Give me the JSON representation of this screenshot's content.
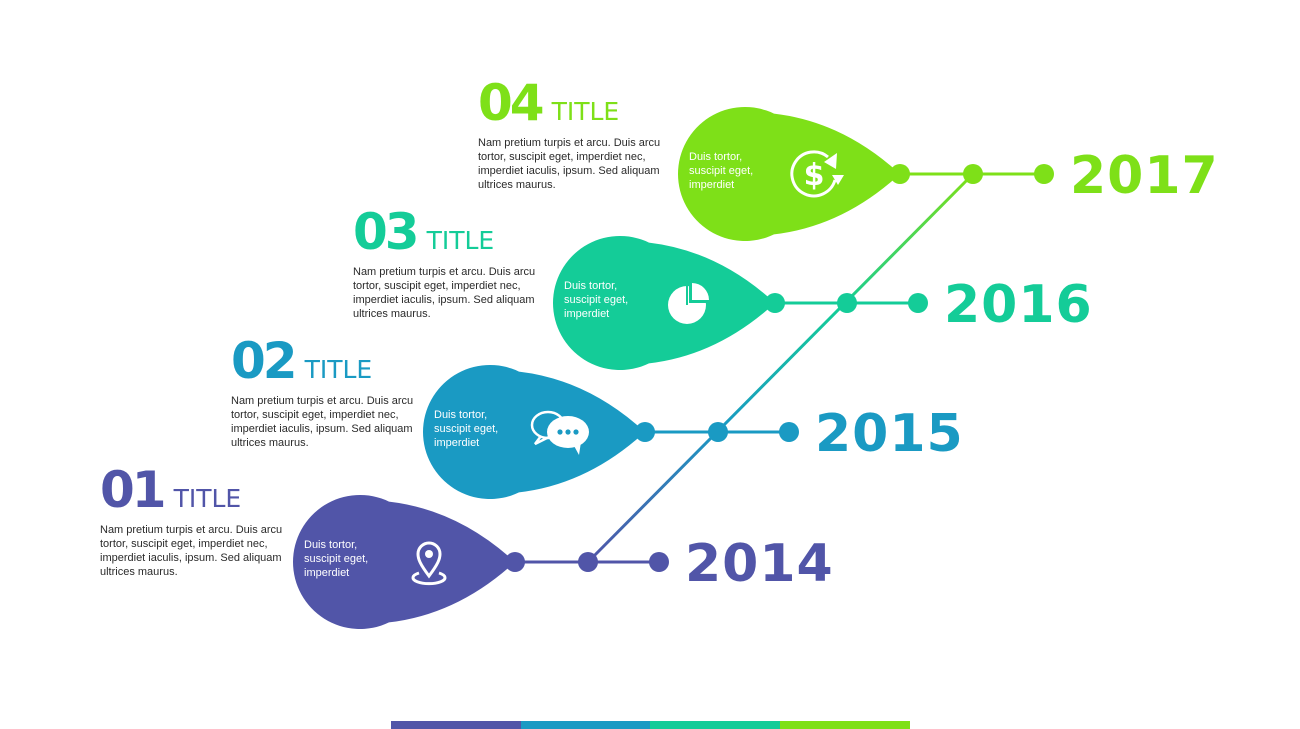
{
  "steps": [
    {
      "number": "01",
      "title": "TITLE",
      "year": "2014",
      "description": "Nam pretium turpis et arcu. Duis arcu tortor, suscipit eget, imperdiet nec, imperdiet iaculis, ipsum. Sed aliquam ultrices maurus.",
      "drop_text": "Duis tortor, suscipit eget, imperdiet",
      "icon": "map-pin-icon",
      "color": "#5155a8"
    },
    {
      "number": "02",
      "title": "TITLE",
      "year": "2015",
      "description": "Nam pretium turpis et arcu. Duis arcu tortor, suscipit eget, imperdiet nec, imperdiet iaculis, ipsum. Sed aliquam ultrices maurus.",
      "drop_text": "Duis tortor, suscipit eget, imperdiet",
      "icon": "chat-bubbles-icon",
      "color": "#1a9ac3"
    },
    {
      "number": "03",
      "title": "TITLE",
      "year": "2016",
      "description": "Nam pretium turpis et arcu. Duis arcu tortor, suscipit eget, imperdiet nec, imperdiet iaculis, ipsum. Sed aliquam ultrices maurus.",
      "drop_text": "Duis tortor, suscipit eget, imperdiet",
      "icon": "pie-chart-icon",
      "color": "#14cc98"
    },
    {
      "number": "04",
      "title": "TITLE",
      "year": "2017",
      "description": "Nam pretium turpis et arcu. Duis arcu tortor, suscipit eget, imperdiet nec, imperdiet iaculis, ipsum. Sed aliquam ultrices maurus.",
      "drop_text": "Duis tortor, suscipit eget, imperdiet",
      "icon": "dollar-refresh-icon",
      "color": "#7ee018"
    }
  ]
}
